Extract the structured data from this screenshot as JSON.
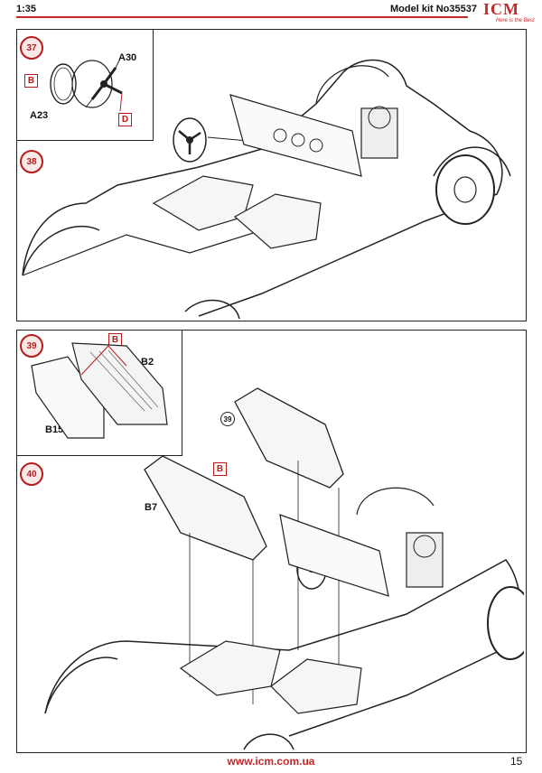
{
  "header": {
    "scale": "1:35",
    "model_kit": "Model kit No35537",
    "brand": "ICM",
    "brand_tagline": "Here is the Best",
    "accent_color": "#c62828"
  },
  "steps": [
    {
      "number": "37",
      "parts": [
        "A30",
        "A23"
      ],
      "part_boxes": [
        "B",
        "D"
      ]
    },
    {
      "number": "38"
    },
    {
      "number": "39",
      "parts": [
        "B2",
        "B15"
      ],
      "part_boxes": [
        "B"
      ]
    },
    {
      "number": "40",
      "parts": [
        "B7"
      ],
      "part_boxes": [
        "B"
      ],
      "ref_step": "39"
    }
  ],
  "footer": {
    "url": "www.icm.com.ua",
    "page_number": "15"
  }
}
